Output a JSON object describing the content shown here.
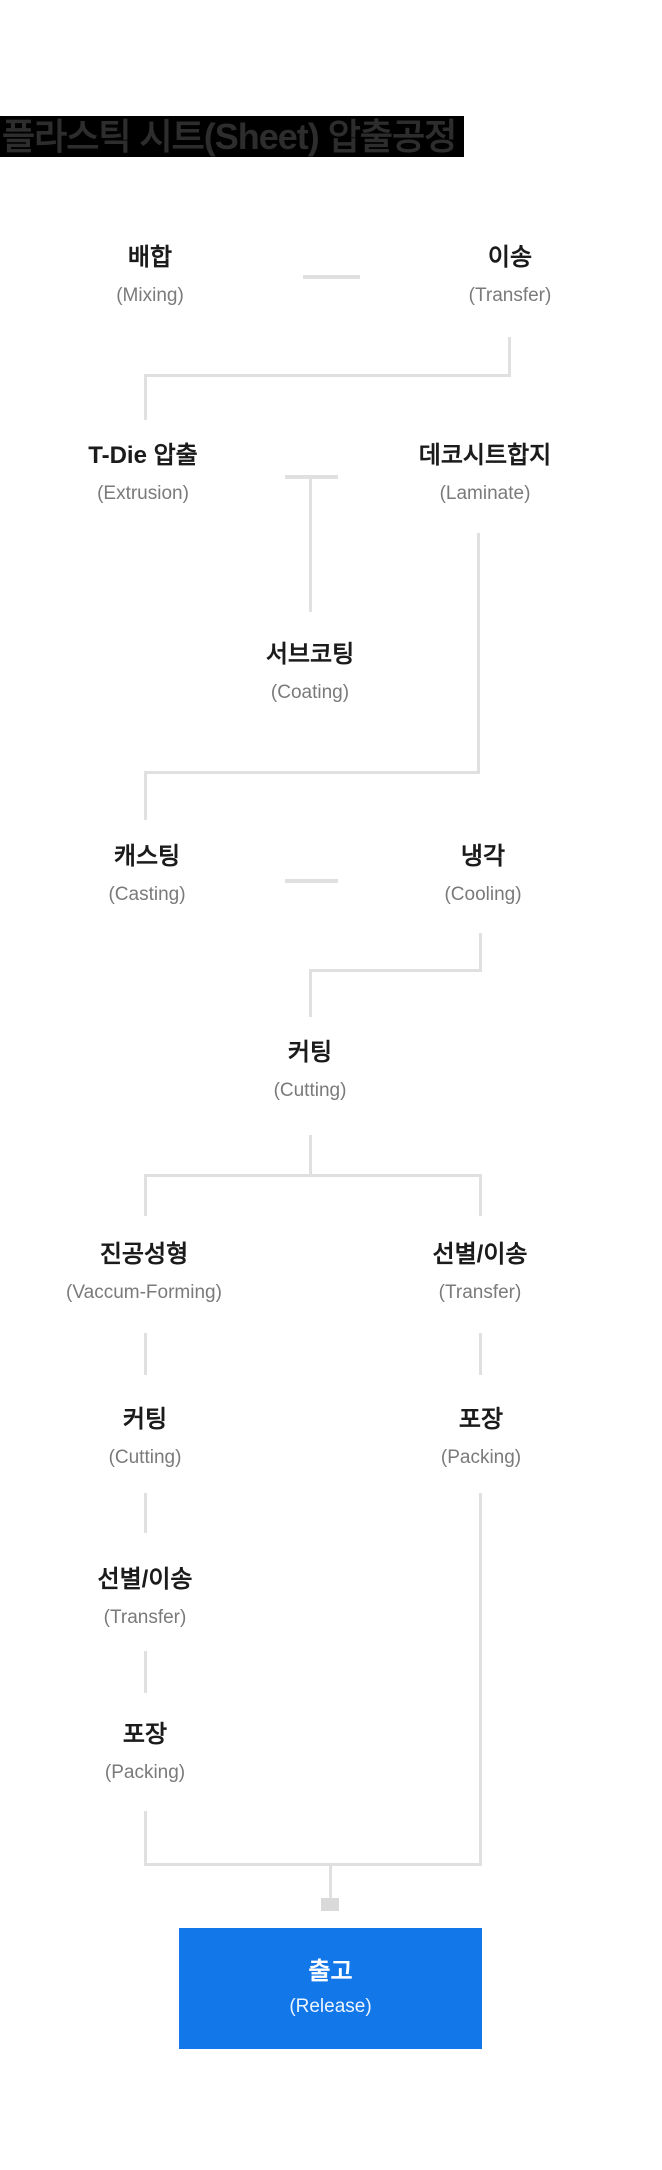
{
  "title": {
    "text": "플라스틱 시트(Sheet) 압출공정"
  },
  "flow": {
    "nodes": [
      {
        "id": "mixing",
        "ko": "배합",
        "en": "(Mixing)"
      },
      {
        "id": "transfer-1",
        "ko": "이송",
        "en": "(Transfer)"
      },
      {
        "id": "t-die-extrusion",
        "ko": "T-Die 압출",
        "en": "(Extrusion)"
      },
      {
        "id": "laminate",
        "ko": "데코시트합지",
        "en": "(Laminate)"
      },
      {
        "id": "sub-coating",
        "ko": "서브코팅",
        "en": "(Coating)"
      },
      {
        "id": "casting",
        "ko": "캐스팅",
        "en": "(Casting)"
      },
      {
        "id": "cooling",
        "ko": "냉각",
        "en": "(Cooling)"
      },
      {
        "id": "cutting-1",
        "ko": "커팅",
        "en": "(Cutting)"
      },
      {
        "id": "vacuum-forming",
        "ko": "진공성형",
        "en": "(Vaccum-Forming)"
      },
      {
        "id": "sort-transfer-1",
        "ko": "선별/이송",
        "en": "(Transfer)"
      },
      {
        "id": "cutting-2",
        "ko": "커팅",
        "en": "(Cutting)"
      },
      {
        "id": "packing-1",
        "ko": "포장",
        "en": "(Packing)"
      },
      {
        "id": "sort-transfer-2",
        "ko": "선별/이송",
        "en": "(Transfer)"
      },
      {
        "id": "packing-2",
        "ko": "포장",
        "en": "(Packing)"
      },
      {
        "id": "release",
        "ko": "출고",
        "en": "(Release)"
      }
    ],
    "edges": [
      "mixing - transfer-1",
      "transfer-1 -> t-die-extrusion",
      "t-die-extrusion/laminate -> sub-coating",
      "laminate -> casting",
      "casting - cooling",
      "cooling -> cutting-1",
      "cutting-1 -> vacuum-forming",
      "cutting-1 -> sort-transfer-1",
      "vacuum-forming -> cutting-2",
      "sort-transfer-1 -> packing-1",
      "cutting-2 -> sort-transfer-2",
      "sort-transfer-2 -> packing-2",
      "packing-1 -> release",
      "packing-2 -> release"
    ],
    "colors": {
      "line": "#e0e0e0",
      "korean_text": "#1b1b1b",
      "english_text": "#7a7a7a",
      "title_bg": "#000000",
      "title_text": "#2d2d2d",
      "release_bg": "#1277e9",
      "release_text": "#ffffff"
    }
  }
}
